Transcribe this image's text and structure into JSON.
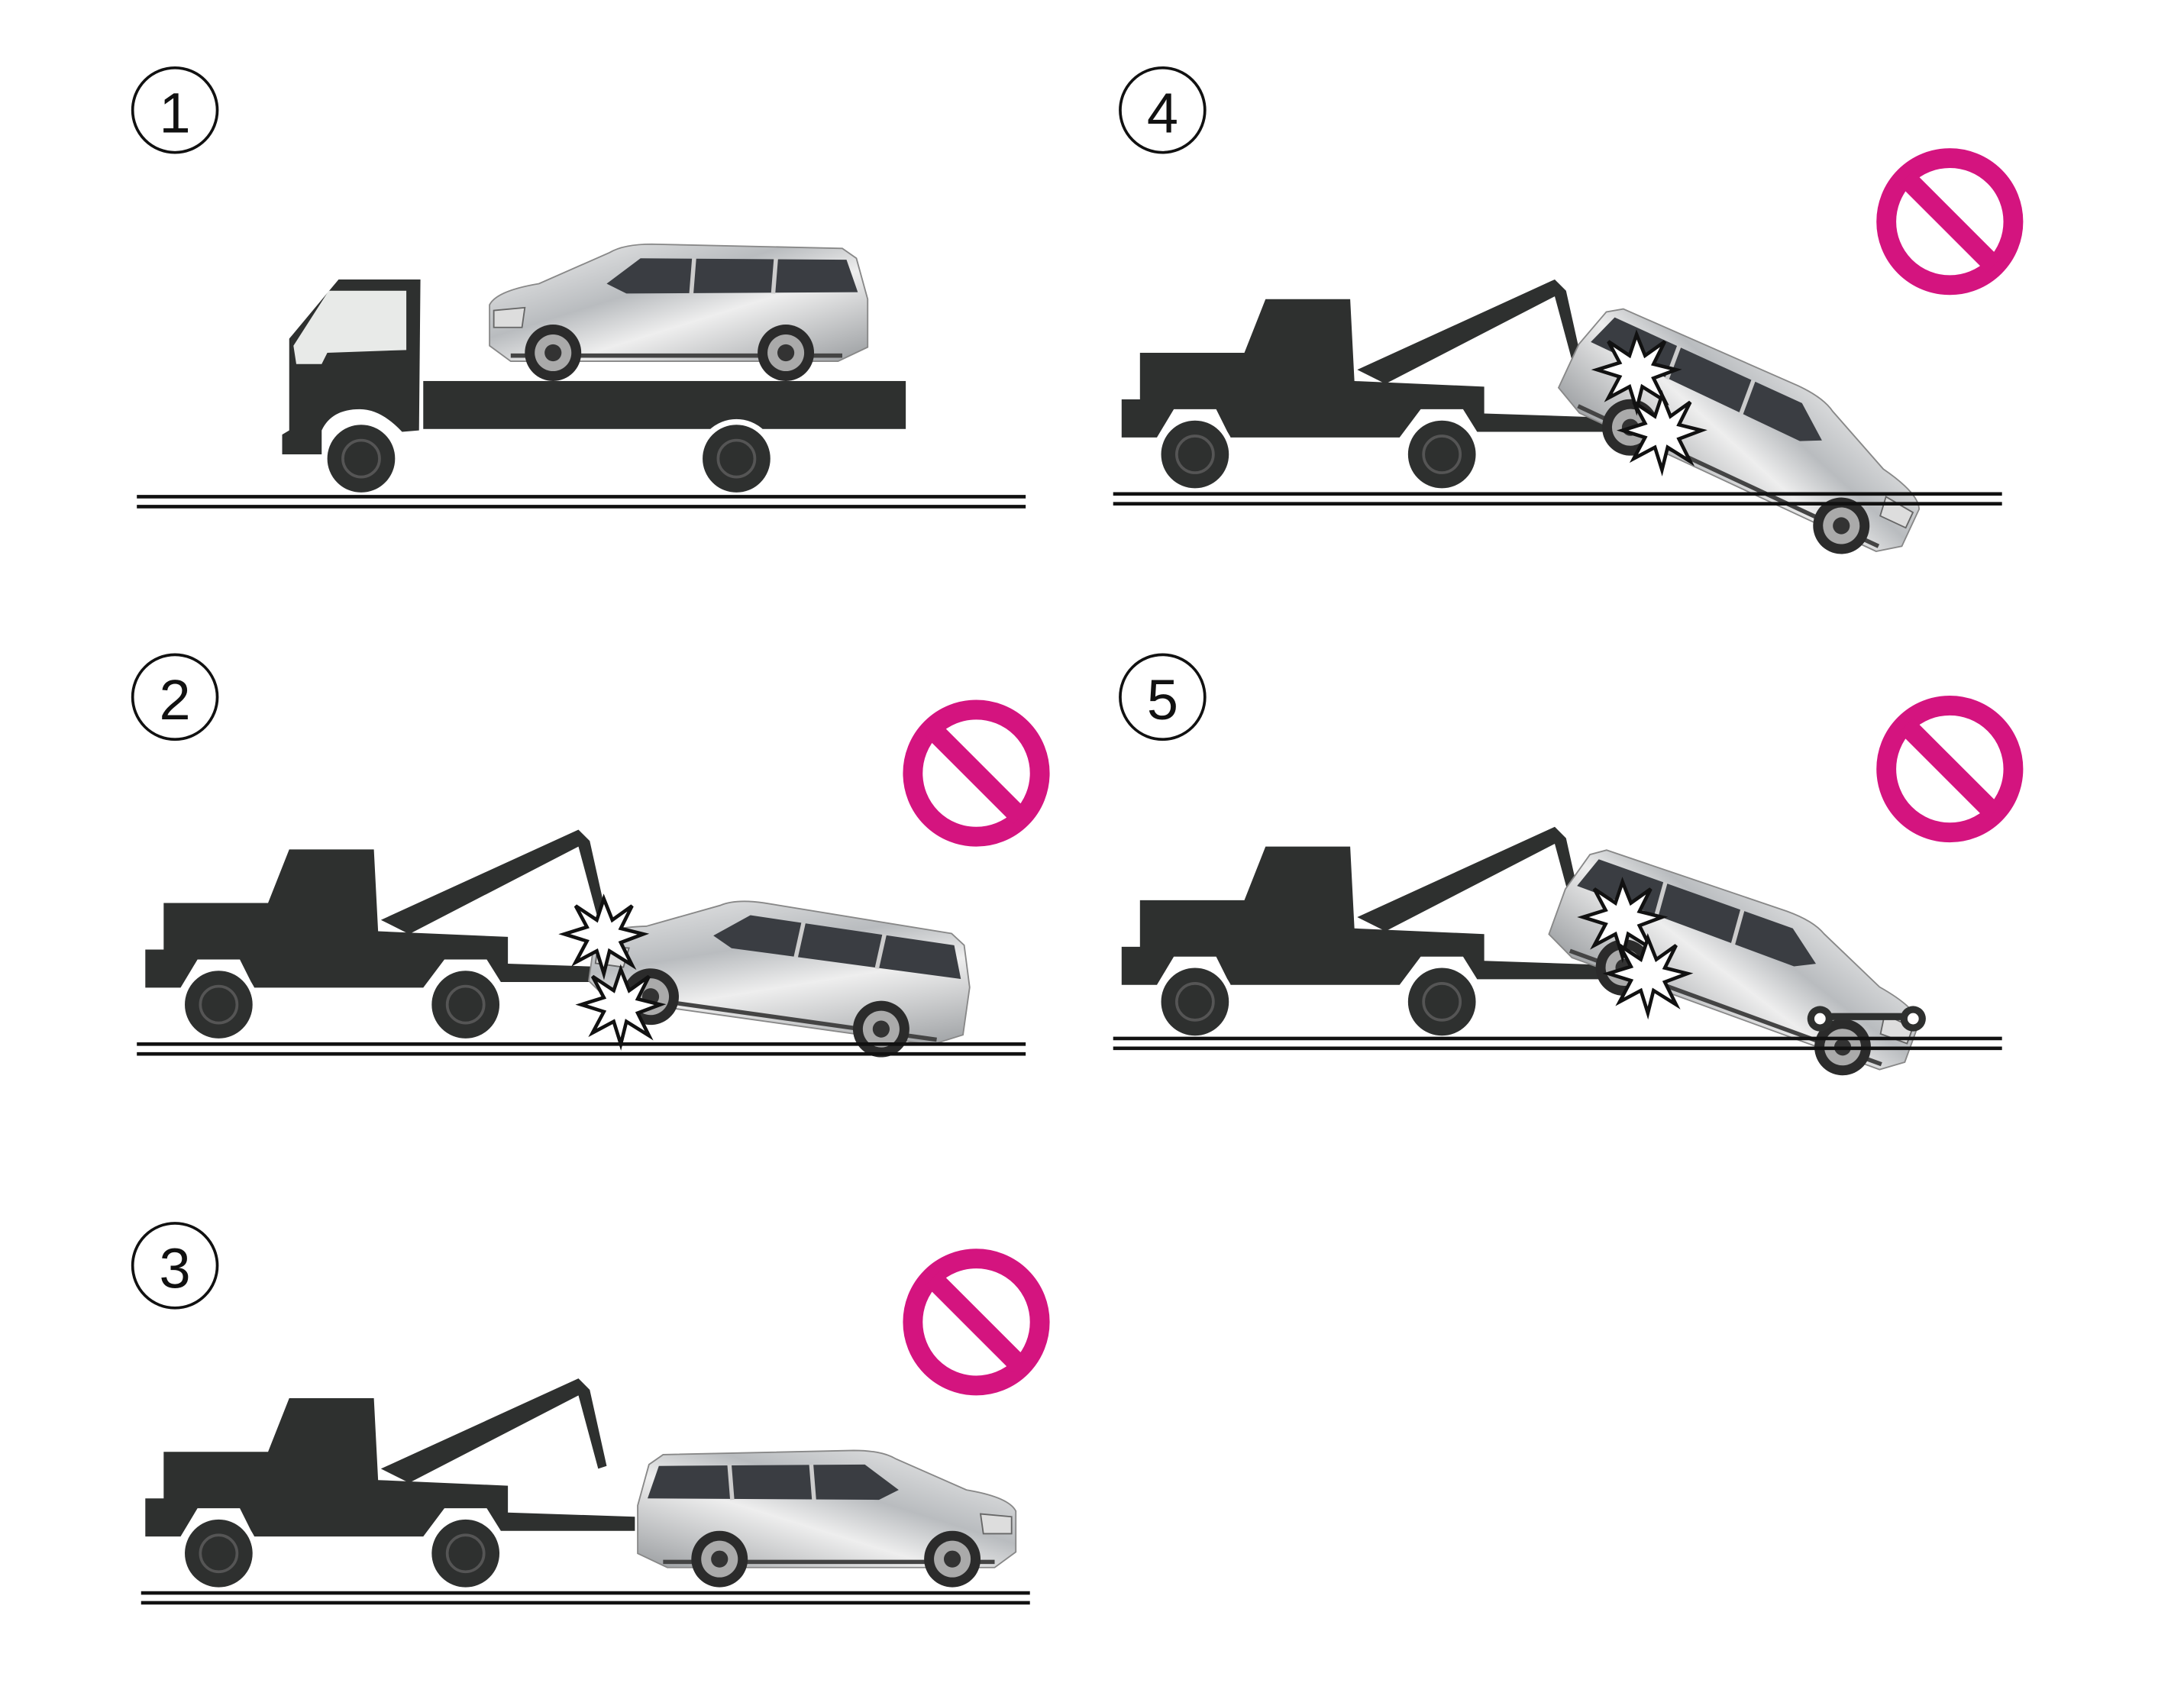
{
  "steps": [
    {
      "number": "1",
      "allowed": true
    },
    {
      "number": "2",
      "allowed": false
    },
    {
      "number": "3",
      "allowed": false
    },
    {
      "number": "4",
      "allowed": false
    },
    {
      "number": "5",
      "allowed": false
    }
  ],
  "colors": {
    "truck": "#2e302f",
    "prohibited": "#d4147f",
    "ground": "#111111"
  },
  "icons": {
    "prohibited": "prohibition-sign-icon",
    "impact": "impact-burst-icon"
  }
}
